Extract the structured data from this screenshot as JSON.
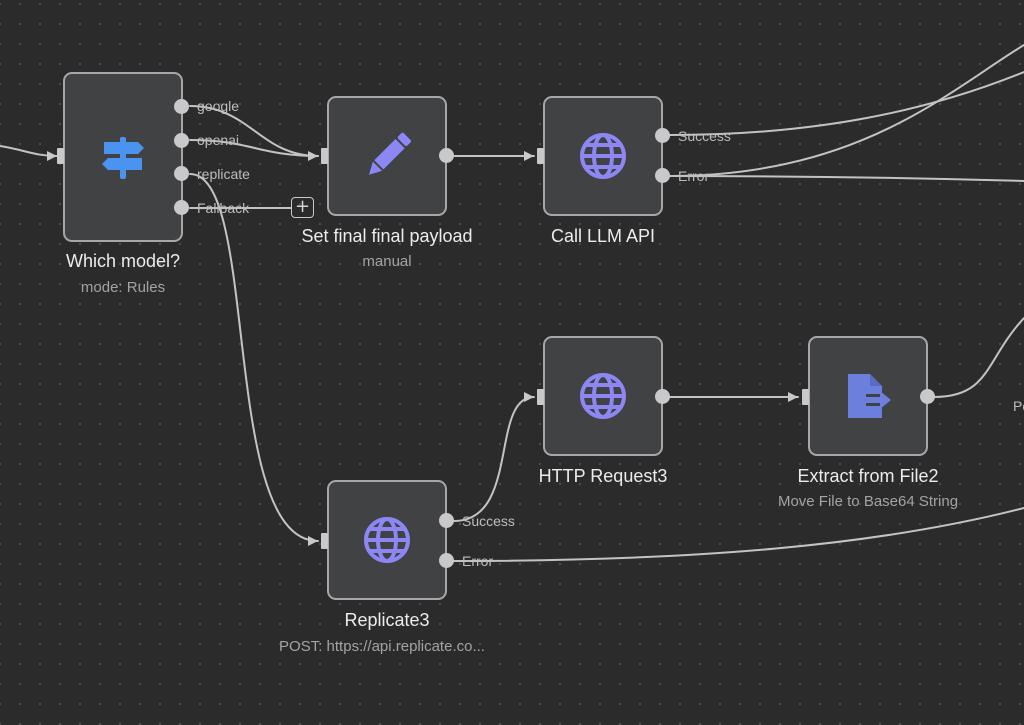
{
  "nodes": {
    "which_model": {
      "title": "Which model?",
      "subtitle": "mode: Rules"
    },
    "set_payload": {
      "title": "Set final final payload",
      "subtitle": "manual"
    },
    "call_llm": {
      "title": "Call LLM API"
    },
    "http_request": {
      "title": "HTTP Request3"
    },
    "extract": {
      "title": "Extract from File2",
      "subtitle": "Move File to Base64 String"
    },
    "replicate": {
      "title": "Replicate3",
      "subtitle": "POST: https://api.replicate.co..."
    }
  },
  "ports": {
    "google": "google",
    "openai": "openai",
    "replicate": "replicate",
    "fallback": "Fallback",
    "success": "Success",
    "error": "Error"
  },
  "add_button_label": "+",
  "offscreen_label_fragment": "Po",
  "colors": {
    "canvas": "#2b2b2c",
    "node_fill": "#414243",
    "node_border": "#a7a7ab",
    "connection": "#c3c3c6",
    "switch_icon": "#4b93f0",
    "http_icon": "#8d86f5",
    "file_icon": "#6d7fdd"
  },
  "icons": {
    "which_model": "signpost-icon",
    "set_payload": "pencil-icon",
    "call_llm": "globe-icon",
    "http_request": "globe-icon",
    "extract": "file-export-icon",
    "replicate": "globe-icon"
  }
}
